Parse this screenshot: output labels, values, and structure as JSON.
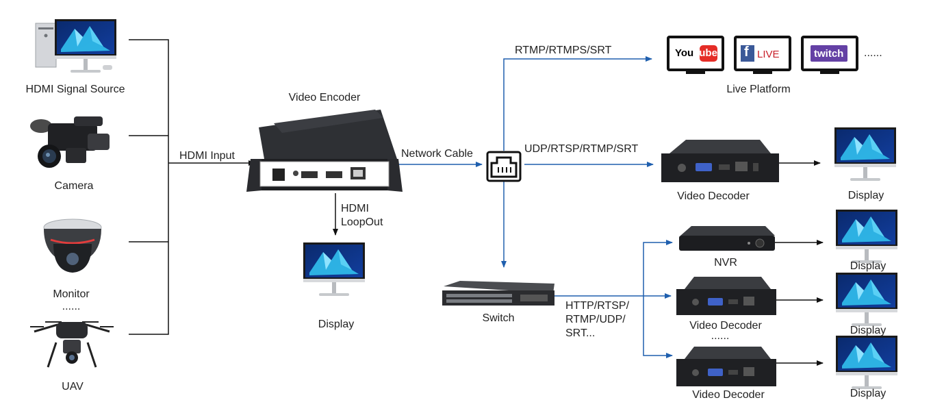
{
  "labels": {
    "hdmi_signal_source": "HDMI Signal Source",
    "camera": "Camera",
    "monitor": "Monitor",
    "sources_more": "......",
    "uav": "UAV",
    "hdmi_input": "HDMI Input",
    "video_encoder": "Video Encoder",
    "hdmi_loopout": "HDMI\nLoopOut",
    "local_display": "Display",
    "network_cable": "Network Cable",
    "rtmp_rtmps_srt": "RTMP/RTMPS/SRT",
    "live_platform": "Live Platform",
    "platforms_more": "......",
    "udp_rtsp_rtmp_srt": "UDP/RTSP/RTMP/SRT",
    "video_decoder_top": "Video Decoder",
    "display_top": "Display",
    "switch": "Switch",
    "http_protocols": "HTTP/RTSP/\nRTMP/UDP/\nSRT...",
    "nvr": "NVR",
    "display_nvr": "Display",
    "video_decoder_mid": "Video Decoder",
    "decoders_more": "......",
    "display_mid": "Display",
    "video_decoder_bottom": "Video Decoder",
    "display_bottom": "Display"
  },
  "platforms": {
    "youtube_you": "You",
    "youtube_tube": "Tube",
    "facebook_f": "f",
    "facebook_live": "LIVE",
    "twitch": "twitch"
  },
  "colors": {
    "blue_arrow": "#1f5fae",
    "black_line": "#111111",
    "device_body": "#2b2d30"
  },
  "icons": {
    "ethernet": "ethernet-port-icon",
    "display": "monitor-display-icon",
    "pc": "desktop-pc-icon",
    "camera": "video-camera-icon",
    "dome": "dome-camera-icon",
    "drone": "drone-icon",
    "switch": "network-switch-icon"
  }
}
